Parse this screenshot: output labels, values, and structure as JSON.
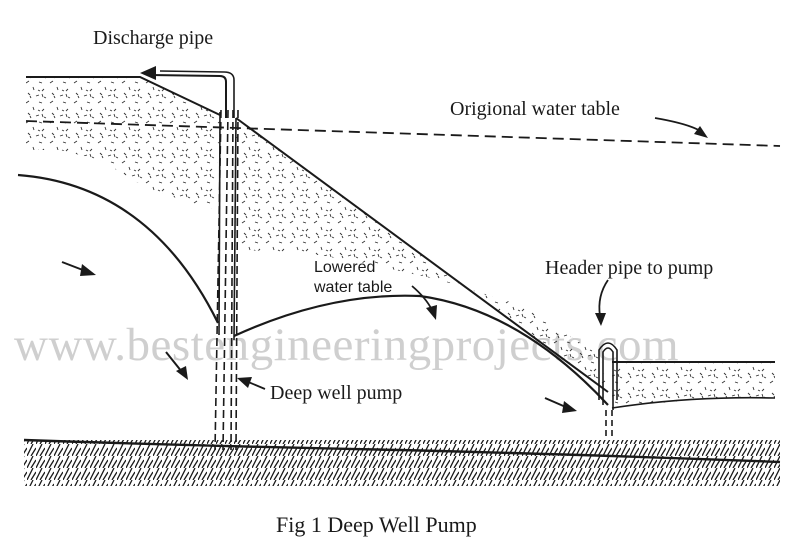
{
  "labels": {
    "discharge_pipe": "Discharge pipe",
    "original_water_table": "Origional water table",
    "lowered_water_table_line1": "Lowered",
    "lowered_water_table_line2": "water table",
    "header_pipe": "Header pipe to pump",
    "deep_well_pump": "Deep well pump",
    "caption": "Fig 1 Deep Well Pump"
  },
  "watermark": "www.bestengineeringprojects.com",
  "colors": {
    "line": "#1a1a1a",
    "watermark": "#cfcfcf",
    "background": "#ffffff"
  }
}
